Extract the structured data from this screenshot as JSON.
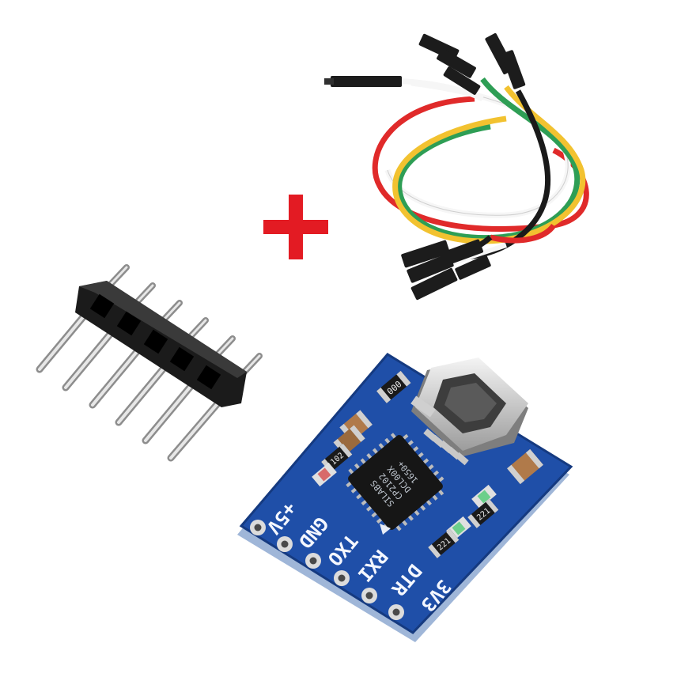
{
  "colors": {
    "background": "#ffffff",
    "plus_sign": "#e31b23",
    "pcb_blue": "#1f4fa8",
    "wires": [
      "#ffffff",
      "#2e9e55",
      "#f2c230",
      "#e02a2a",
      "#1a1a1a"
    ]
  },
  "board": {
    "pin_labels": [
      "+5V",
      "GND",
      "TXO",
      "RXI",
      "DTR",
      "3V3"
    ],
    "chip_lines": [
      "SILABS",
      "CP2102",
      "DCL00X",
      "1650+"
    ],
    "smd_labels": {
      "top_resistor": "000",
      "left_resistor": "102",
      "right_resistor_1": "221",
      "right_resistor_2": "221"
    }
  },
  "pin_header": {
    "pin_count": 6
  },
  "jumper_cable": {
    "wire_count": 5
  }
}
